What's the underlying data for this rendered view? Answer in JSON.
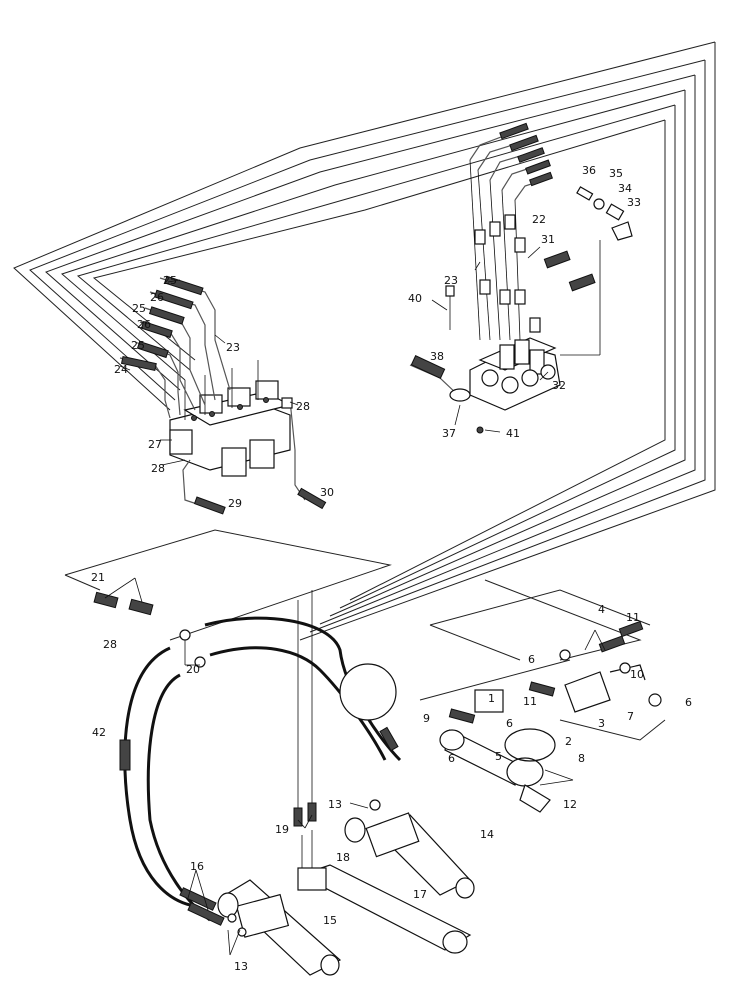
{
  "callouts": [
    "1",
    "2",
    "3",
    "4",
    "5",
    "6",
    "6",
    "6",
    "6",
    "7",
    "8",
    "9",
    "10",
    "11",
    "11",
    "12",
    "13",
    "13",
    "14",
    "15",
    "16",
    "17",
    "18",
    "19",
    "20",
    "21",
    "22",
    "23",
    "23",
    "24",
    "25",
    "25",
    "25",
    "26",
    "26",
    "27",
    "28",
    "28",
    "28",
    "29",
    "30",
    "31",
    "32",
    "33",
    "34",
    "35",
    "36",
    "37",
    "38",
    "40",
    "41",
    "42"
  ]
}
